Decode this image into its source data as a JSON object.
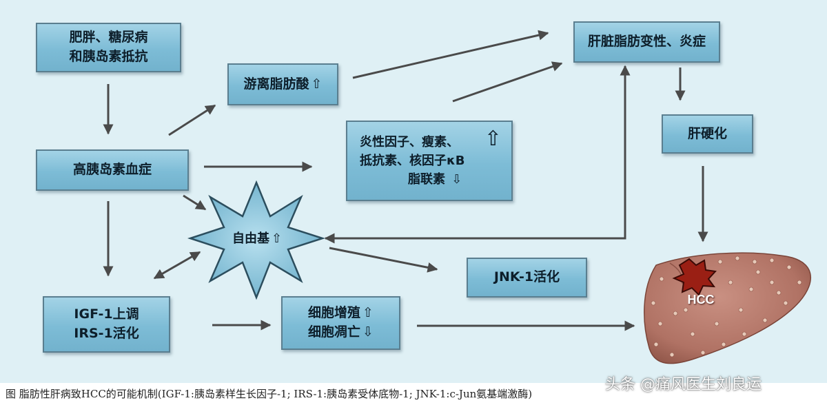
{
  "nodes": {
    "obesity": {
      "line1": "肥胖、糖尿病",
      "line2": "和胰岛素抵抗"
    },
    "hyperinsulinemia": {
      "line1": "高胰岛素血症"
    },
    "ffa": {
      "line1": "游离脂肪酸",
      "arrow": "⇧"
    },
    "fatty_liver": {
      "line1": "肝脏脂肪变性、炎症"
    },
    "cirrhosis": {
      "line1": "肝硬化"
    },
    "cytokines": {
      "line1": "炎性因子、瘦素、",
      "line2": "抵抗素、核因子κB",
      "line3": "脂联素",
      "arrow_up": "⇧",
      "arrow_down": "⇩"
    },
    "free_radical": {
      "line1": "自由基",
      "arrow": "⇧"
    },
    "jnk": {
      "line1": "JNK-1活化"
    },
    "igf": {
      "line1": "IGF-1上调",
      "line2": "IRS-1活化"
    },
    "cell": {
      "line1": "细胞增殖",
      "line2": "细胞凋亡",
      "arrow_up": "⇧",
      "arrow_down": "⇩"
    },
    "hcc": {
      "label": "HCC"
    }
  },
  "caption": "图  脂肪性肝病致HCC的可能机制(IGF-1:胰岛素样生长因子-1; IRS-1:胰岛素受体底物-1; JNK-1:c-Jun氨基端激酶)",
  "watermark": "头条 @痛风医生刘良运",
  "colors": {
    "panel": "#dff0f5",
    "node_fill": "#7dbcd6",
    "node_border": "#5a7e8f",
    "arrow": "#4a4a4a",
    "liver": "#b87a6c",
    "tumor": "#9a1f14"
  }
}
